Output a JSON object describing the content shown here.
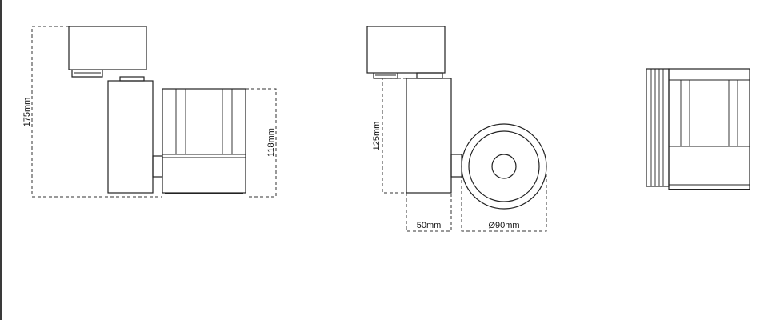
{
  "dimensions": {
    "height_total": "175mm",
    "height_head": "118mm",
    "height_body": "125mm",
    "width_body": "50mm",
    "diameter_head": "Ø90mm"
  },
  "colors": {
    "line": "#222222",
    "background": "#ffffff"
  }
}
